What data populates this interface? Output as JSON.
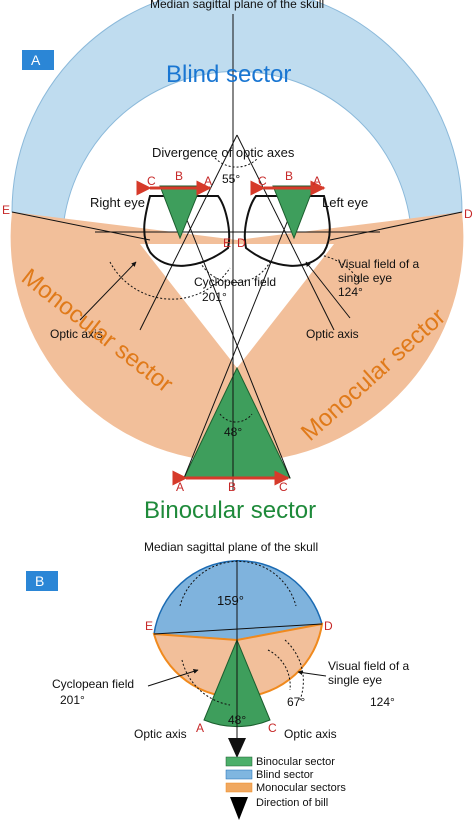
{
  "top_caption": "Median sagittal plane of the skull",
  "panel_a": {
    "label": "A",
    "blind_sector": "Blind sector",
    "monocular_left": "Monocular sector",
    "monocular_right": "Monocular sector",
    "binocular_sector": "Binocular sector",
    "divergence": "Divergence of optic axes",
    "divergence_angle": "55°",
    "right_eye": "Right eye",
    "left_eye": "Left eye",
    "cyclopean_field": "Cyclopean field",
    "cyclopean_angle": "201°",
    "visual_field_label": "Visual field of a single eye",
    "visual_field_angle": "124°",
    "optic_axis_left": "Optic axis",
    "optic_axis_right": "Optic axis",
    "binocular_angle": "48°",
    "point_labels": {
      "C": "C",
      "B": "B",
      "A": "A",
      "E": "E",
      "D": "D"
    }
  },
  "panel_b": {
    "label": "B",
    "median_caption": "Median sagittal plane of the skull",
    "blind_angle": "159°",
    "cyclopean_field": "Cyclopean field",
    "cyclopean_angle": "201°",
    "visual_field_label": "Visual field of a single eye",
    "visual_field_angle": "124°",
    "angle_67": "67°",
    "binocular_angle": "48°",
    "optic_axis_left": "Optic axis",
    "optic_axis_right": "Optic axis",
    "point_labels": {
      "E": "E",
      "D": "D",
      "A": "A",
      "C": "C"
    }
  },
  "legend": [
    {
      "label": "Binocular sector",
      "color": "#4caf6a"
    },
    {
      "label": "Blind sector",
      "color": "#7fb6e0"
    },
    {
      "label": "Monocular sectors",
      "color": "#f0a860"
    },
    {
      "label": "Direction of bill",
      "color": "#000000"
    }
  ],
  "colors": {
    "blind": "#bfdcef",
    "monocular": "#f2bf9a",
    "binocular": "#3e9e5c",
    "panel_label_bg": "#2b86d6",
    "arrow_red": "#d63a2a",
    "blind_b": "#7fb3dd",
    "orange_edge": "#f08a1e"
  }
}
